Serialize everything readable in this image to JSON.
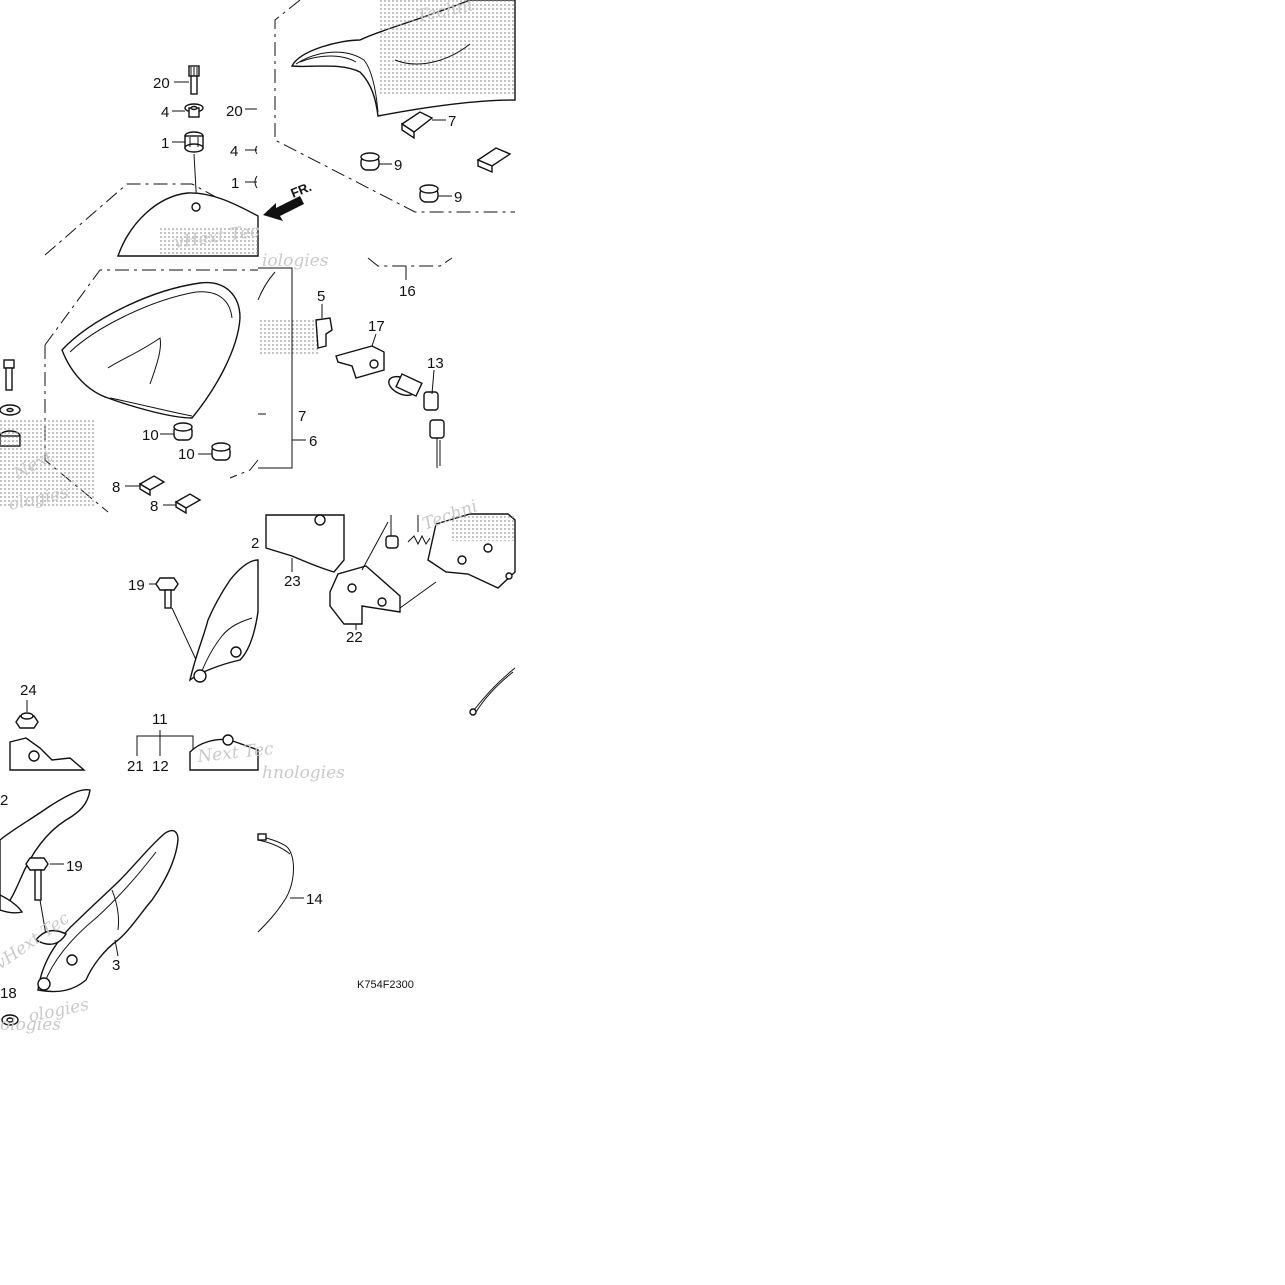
{
  "diagram": {
    "drawing_code": "K754F2300",
    "direction_marker": "FR.",
    "callouts": {
      "c20a": "20",
      "c4a": "4",
      "c1a": "1",
      "c20b": "20",
      "c4b": "4",
      "c1b": "1",
      "c7a": "7",
      "c9a": "9",
      "c9b": "9",
      "c16": "16",
      "c5": "5",
      "c17": "17",
      "c13": "13",
      "c7b": "7",
      "c6": "6",
      "c10a": "10",
      "c10b": "10",
      "c8a": "8",
      "c8b": "8",
      "c19a": "19",
      "c23": "23",
      "c22": "22",
      "c24": "24",
      "c11": "11",
      "c21": "21",
      "c12": "12",
      "c2a": "2",
      "c2b": "2",
      "c19b": "19",
      "c3": "3",
      "c18": "18",
      "c14": "14"
    },
    "watermark": {
      "w1": "Techni",
      "w2": "vHext Tec",
      "w3": "ologies",
      "w4": "iologies",
      "w5": "Next Tec",
      "w6": "vHext Tec",
      "w7": "ologies",
      "w8": "hnologies",
      "w9": "Techni",
      "w10": "Next",
      "w11": "ologies"
    }
  }
}
